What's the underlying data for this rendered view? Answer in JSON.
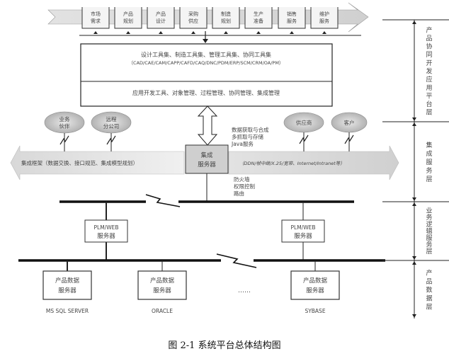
{
  "process_chain": {
    "stages": [
      [
        "市场",
        "需求"
      ],
      [
        "产品",
        "规划"
      ],
      [
        "产品",
        "设计"
      ],
      [
        "采购",
        "供应"
      ],
      [
        "制造",
        "规划"
      ],
      [
        "生产",
        "准备"
      ],
      [
        "销售",
        "服务"
      ],
      [
        "维护",
        "服务"
      ]
    ]
  },
  "platform_box": {
    "tools_line": "设计工具集、制造工具集、管理工具集、协同工具集",
    "tools_acronyms": "（CAD/CAE/CAM/CAPP/CAFD/CAQ/DNC/PDM/ERP/SCM/CRM/OA/PM）",
    "services_line": "应用开发工具、对象管理、过程管理、协同管理、集成管理"
  },
  "integration": {
    "left_arrow_text": "集成框架（数据交换、接口规范、集成模型规划）",
    "right_arrow_text": "（DDN/帧中继/X.25/宽带、Internet/Intranet等）",
    "server_label": [
      "集成",
      "服务器"
    ],
    "note_top": [
      "数据获取与合成",
      "多抓取与存储",
      "Java服务"
    ],
    "note_bottom": [
      "防火墙",
      "权限控制",
      "路由"
    ],
    "ellipses_left": [
      [
        "业务",
        "伙伴"
      ],
      [
        "远程",
        "分公司"
      ]
    ],
    "ellipses_right": [
      [
        "供应商"
      ],
      [
        "客户"
      ]
    ]
  },
  "middle": {
    "web_servers": [
      [
        "PLM/WEB",
        "服务器"
      ],
      [
        "PLM/WEB",
        "服务器"
      ]
    ]
  },
  "data_layer": {
    "servers": [
      {
        "label": [
          "产品数据",
          "服务器"
        ],
        "db": "MS SQL SERVER"
      },
      {
        "label": [
          "产品数据",
          "服务器"
        ],
        "db": "ORACLE"
      },
      {
        "label": [
          "产品数据",
          "服务器"
        ],
        "db": "SYBASE"
      }
    ],
    "ellipsis": "……"
  },
  "layers": [
    "产品协同开发应用平台层",
    "集成服务层",
    "业务逻辑服务层",
    "产品数据层"
  ],
  "caption": "图 2-1 系统平台总体结构图"
}
